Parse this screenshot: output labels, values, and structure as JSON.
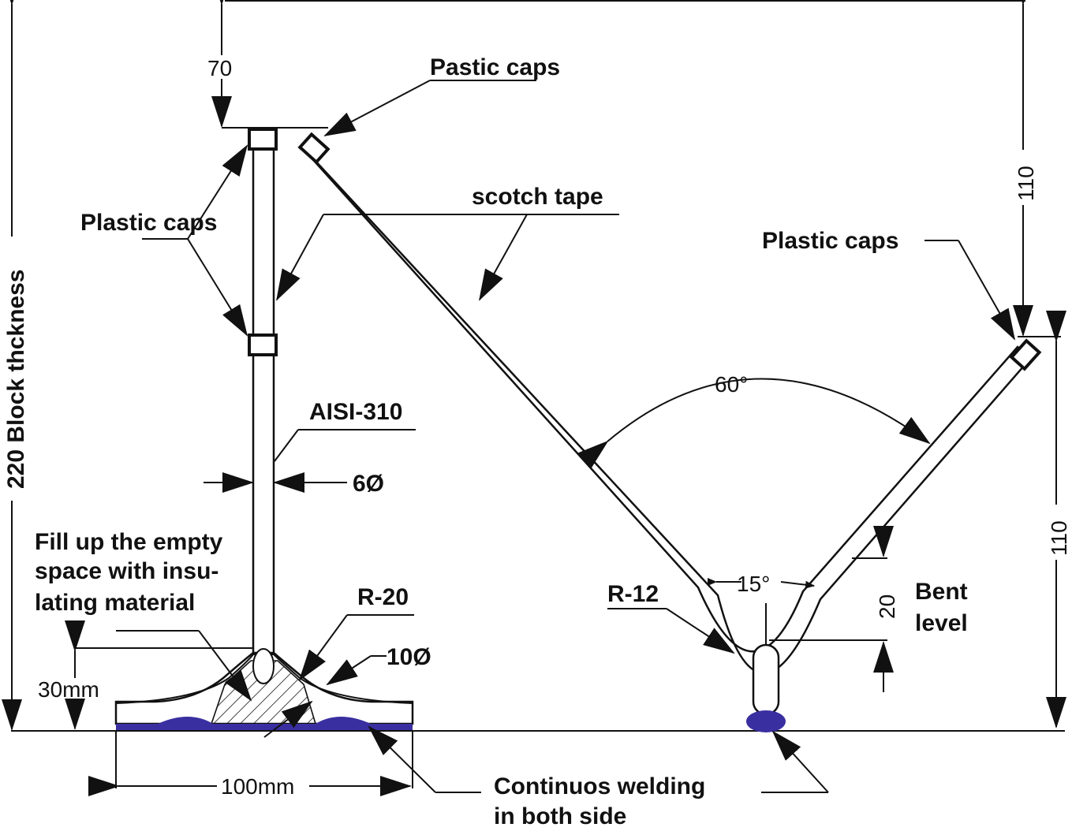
{
  "colors": {
    "line": "#111111",
    "weld": "#3a2fa0",
    "background": "#ffffff"
  },
  "dimensions": {
    "top_offset": "70",
    "block_thickness": "220 Block thckness",
    "right_upper": "110",
    "right_lower": "110",
    "bent_height": "20",
    "base_width": "100mm",
    "base_height": "30mm",
    "rod_diameter": "6Ø",
    "bend_diameter": "10Ø"
  },
  "angles": {
    "vee": "60°",
    "bend": "15°"
  },
  "labels": {
    "pastic_caps": "Pastic caps",
    "plastic_caps_left": "Plastic caps",
    "plastic_caps_right": "Plastic caps",
    "scotch_tape": "scotch tape",
    "material": "AISI-310",
    "fill_line1": "Fill up the empty",
    "fill_line2": "space with insu-",
    "fill_line3": "lating material",
    "radius_left": "R-20",
    "radius_right": "R-12",
    "bent_line1": "Bent",
    "bent_line2": "level",
    "welding_line1": "Continuos welding",
    "welding_line2": "in both side"
  }
}
